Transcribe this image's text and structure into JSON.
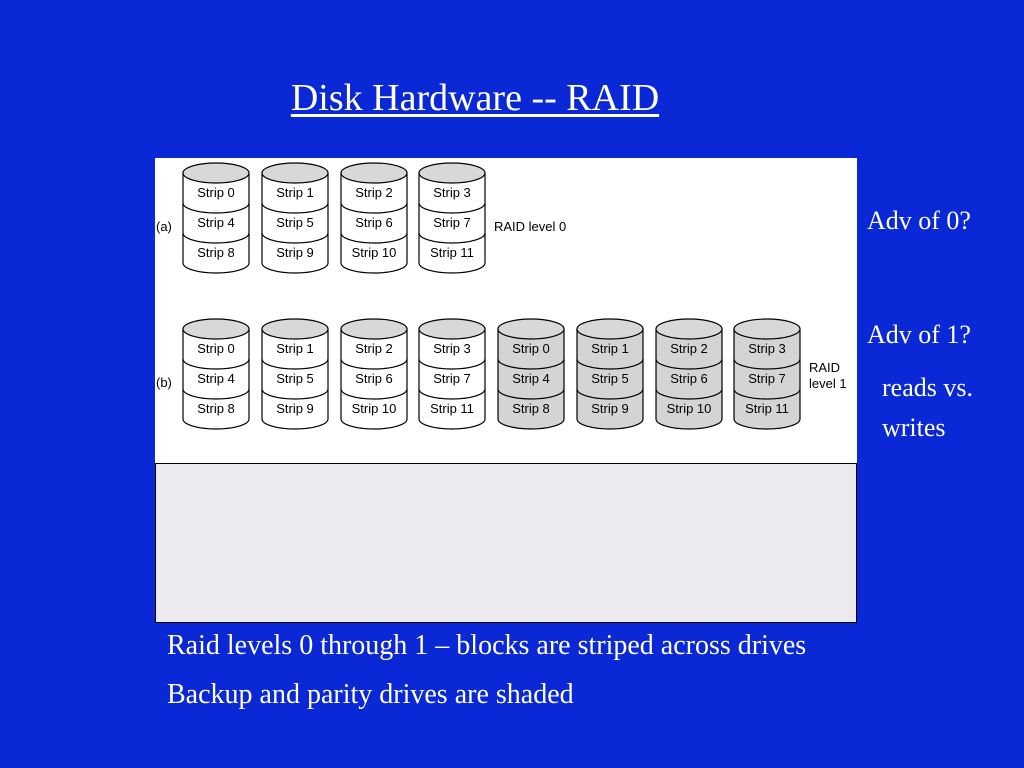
{
  "title": "Disk Hardware -- RAID",
  "diagram": {
    "row_a": {
      "tag": "(a)",
      "label": "RAID level 0",
      "disks": [
        {
          "shaded": false,
          "strips": [
            "Strip 0",
            "Strip 4",
            "Strip 8"
          ]
        },
        {
          "shaded": false,
          "strips": [
            "Strip 1",
            "Strip 5",
            "Strip 9"
          ]
        },
        {
          "shaded": false,
          "strips": [
            "Strip 2",
            "Strip 6",
            "Strip 10"
          ]
        },
        {
          "shaded": false,
          "strips": [
            "Strip 3",
            "Strip 7",
            "Strip 11"
          ]
        }
      ]
    },
    "row_b": {
      "tag": "(b)",
      "label_lines": [
        "RAID",
        "level 1"
      ],
      "disks": [
        {
          "shaded": false,
          "strips": [
            "Strip 0",
            "Strip 4",
            "Strip 8"
          ]
        },
        {
          "shaded": false,
          "strips": [
            "Strip 1",
            "Strip 5",
            "Strip 9"
          ]
        },
        {
          "shaded": false,
          "strips": [
            "Strip 2",
            "Strip 6",
            "Strip 10"
          ]
        },
        {
          "shaded": false,
          "strips": [
            "Strip 3",
            "Strip 7",
            "Strip 11"
          ]
        },
        {
          "shaded": true,
          "strips": [
            "Strip 0",
            "Strip 4",
            "Strip 8"
          ]
        },
        {
          "shaded": true,
          "strips": [
            "Strip 1",
            "Strip 5",
            "Strip 9"
          ]
        },
        {
          "shaded": true,
          "strips": [
            "Strip 2",
            "Strip 6",
            "Strip 10"
          ]
        },
        {
          "shaded": true,
          "strips": [
            "Strip 3",
            "Strip 7",
            "Strip 11"
          ]
        }
      ]
    }
  },
  "notes": {
    "adv0": "Adv of 0?",
    "adv1": "Adv of 1?",
    "reads": "reads vs.",
    "writes": "writes"
  },
  "bullets": [
    "Raid levels 0 through 1 – blocks are striped across drives",
    "Backup and parity drives are shaded"
  ],
  "colors": {
    "background": "#0a28d6",
    "disk_fill": "#ffffff",
    "disk_shaded_fill": "#d4d4d4",
    "disk_top_fill": "#d8d8d8",
    "panel_fill": "#ebebef"
  }
}
